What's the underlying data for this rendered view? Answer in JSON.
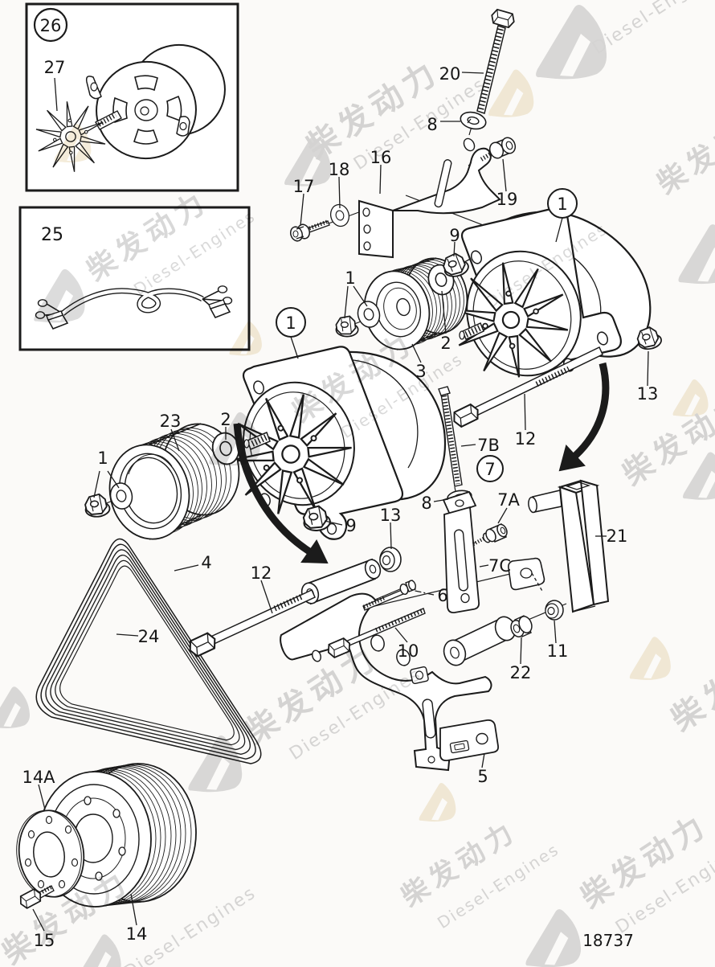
{
  "watermark": {
    "cn": "柴发动力",
    "en": "Diesel-Engines"
  },
  "colors": {
    "line": "#1b1b1b",
    "watermark_gray": "#d9d9d9",
    "watermark_cream": "#f4ecda",
    "background": "#fbfaf8"
  },
  "callouts": {
    "inset_alternator": "26",
    "inset_fan": "27",
    "inset_harness": "25",
    "bolt_20": "20",
    "washer_8_top": "8",
    "bracket_16": "16",
    "washer_18": "18",
    "bolt_17": "17",
    "bolt_19": "19",
    "alternator_right": "1",
    "nut_9_top": "9",
    "nut_washer_1_mid": "1",
    "washer_2_right": "2",
    "pulley_3": "3",
    "alternator_left": "1",
    "pulley_23": "23",
    "washer_2_left": "2",
    "nut_washer_1_left": "1",
    "nut_13_right": "13",
    "bolt_12_right": "12",
    "stud_7b": "7B",
    "group_7": "7",
    "washer_8_mid": "8",
    "bolt_7a": "7A",
    "washer_13_mid": "13",
    "link_21": "21",
    "strap_7c": "7C",
    "nut_9_left": "9",
    "bolt_6": "6",
    "belt_4": "4",
    "bolt_12_left": "12",
    "bolt_10": "10",
    "belt_24": "24",
    "sleeve_22": "22",
    "washer_11": "11",
    "plate_5": "5",
    "flange_14a": "14A",
    "bolt_15": "15",
    "pulley_14": "14"
  },
  "footer": {
    "drawing_number": "18737"
  }
}
